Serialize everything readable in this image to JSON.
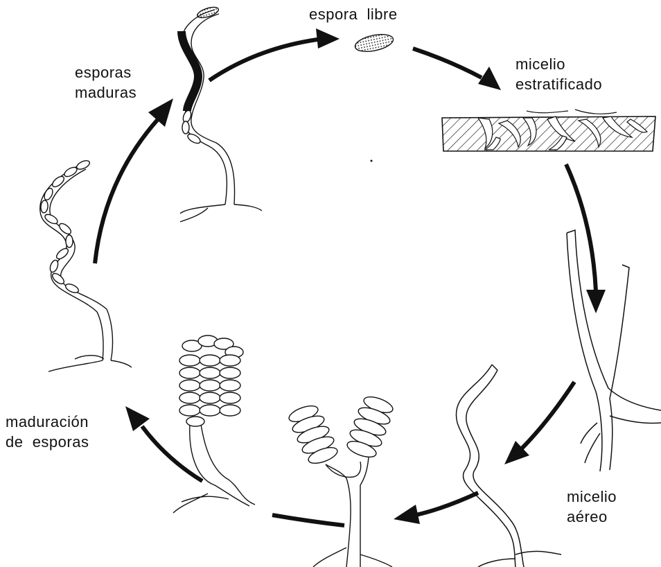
{
  "diagram": {
    "colors": {
      "ink": "#111111",
      "background": "#ffffff"
    },
    "labels": {
      "free_spore": "espora  libre",
      "stratified_mycelium": [
        "micelio",
        "estratificado"
      ],
      "aerial_mycelium": [
        "micelio",
        "aéreo"
      ],
      "spore_maturation": [
        "maduración",
        "de  esporas"
      ],
      "mature_spores": [
        "esporas",
        "maduras"
      ]
    }
  }
}
